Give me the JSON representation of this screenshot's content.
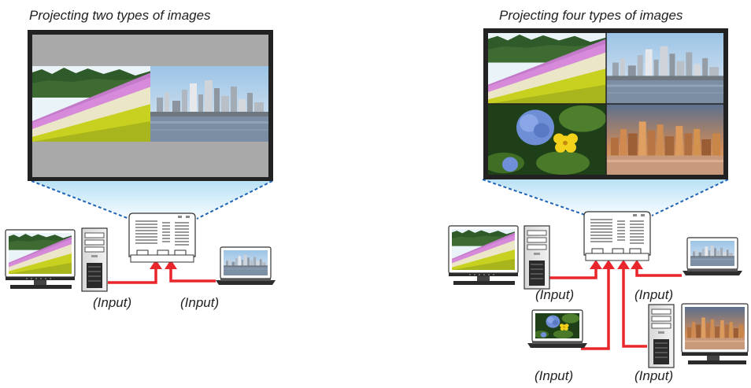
{
  "left_panel": {
    "title": "Projecting two types of images",
    "input_label_1": "(Input)",
    "input_label_2": "(Input)"
  },
  "right_panel": {
    "title": "Projecting four types of images",
    "input_label_1": "(Input)",
    "input_label_2": "(Input)",
    "input_label_3": "(Input)",
    "input_label_4": "(Input)"
  },
  "colors": {
    "cable": "#e8262c",
    "beam_dash": "#1f63b5",
    "beam_fill": "#cdeaf8",
    "screen_frame": "#222222",
    "letterbox": "#a9a9a9"
  },
  "icons": [
    "projector-icon",
    "desktop-pc-icon",
    "monitor-icon",
    "laptop-icon"
  ]
}
